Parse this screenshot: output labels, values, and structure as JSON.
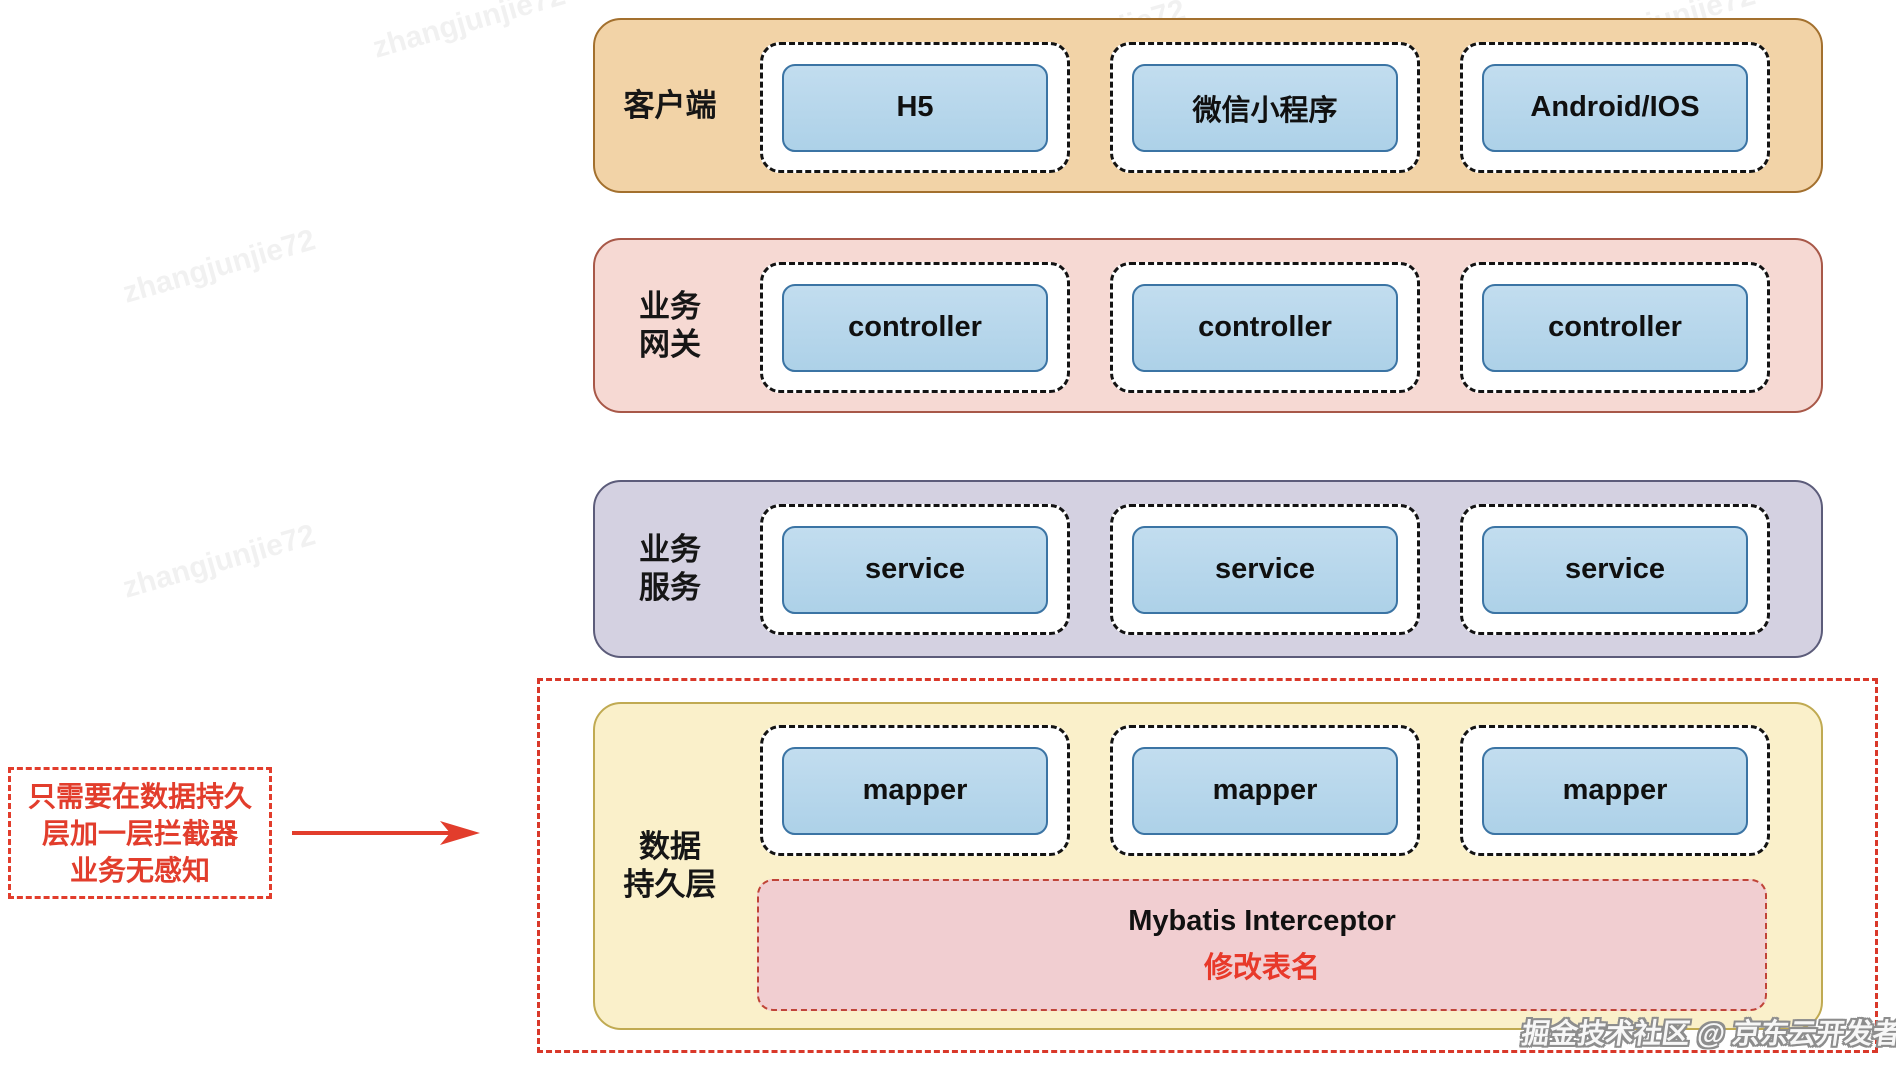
{
  "colors": {
    "client_bg": "#f2d3a7",
    "client_border": "#a3702e",
    "gateway_bg": "#f6d9d3",
    "gateway_border": "#a85848",
    "service_bg": "#d4d1e1",
    "service_border": "#5c5c7a",
    "persistence_bg": "#faf0ca",
    "persistence_border": "#c0aa52",
    "node_bg": "#b9d8ec",
    "node_border": "#3b74a4",
    "accent_red": "#e23d2c",
    "interceptor_bg": "#f1ced1",
    "interceptor_border": "#c04438"
  },
  "layers": [
    {
      "label_lines": [
        "客户端",
        ""
      ],
      "boxes": [
        "H5",
        "微信小程序",
        "Android/IOS"
      ]
    },
    {
      "label_lines": [
        "业务",
        "网关"
      ],
      "boxes": [
        "controller",
        "controller",
        "controller"
      ]
    },
    {
      "label_lines": [
        "业务",
        "服务"
      ],
      "boxes": [
        "service",
        "service",
        "service"
      ]
    },
    {
      "label_lines": [
        "数据",
        "持久层"
      ],
      "boxes": [
        "mapper",
        "mapper",
        "mapper"
      ],
      "interceptor": {
        "title": "Mybatis Interceptor",
        "subtitle": "修改表名"
      }
    }
  ],
  "annotation": {
    "lines": [
      "只需要在数据持久",
      "层加一层拦截器",
      "业务无感知"
    ]
  },
  "watermark": {
    "repeat_text": "zhangjunjie72",
    "credit": "掘金技术社区 @ 京东云开发者"
  }
}
